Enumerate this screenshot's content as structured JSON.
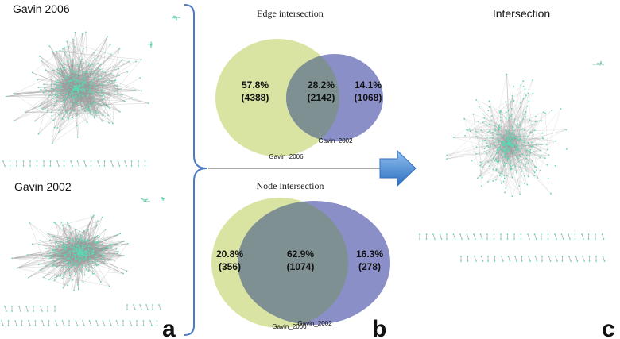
{
  "panel_a": {
    "top_title": "Gavin 2006",
    "bottom_title": "Gavin 2002",
    "letter": "a"
  },
  "panel_b": {
    "letter": "b",
    "edge": {
      "title": "Edge intersection",
      "left_pct": "57.8%",
      "left_count": "(4388)",
      "mid_pct": "28.2%",
      "mid_count": "(2142)",
      "right_pct": "14.1%",
      "right_count": "(1068)",
      "left_set": "Gavin_2006",
      "right_set": "Gavin_2002"
    },
    "node": {
      "title": "Node intersection",
      "left_pct": "20.8%",
      "left_count": "(356)",
      "mid_pct": "62.9%",
      "mid_count": "(1074)",
      "right_pct": "16.3%",
      "right_count": "(278)",
      "left_set": "Gavin_2006",
      "right_set": "Gavin_2002"
    }
  },
  "panel_c": {
    "title": "Intersection",
    "letter": "c"
  },
  "colors": {
    "venn_left": "#d9e4a3",
    "venn_right": "#8b8fc7",
    "venn_overlap": "#7f9092",
    "network_edge": "#9a9a9a",
    "network_node": "#5fd6b4",
    "arrow": "#4a90d9",
    "bracket": "#4a7bc4"
  }
}
